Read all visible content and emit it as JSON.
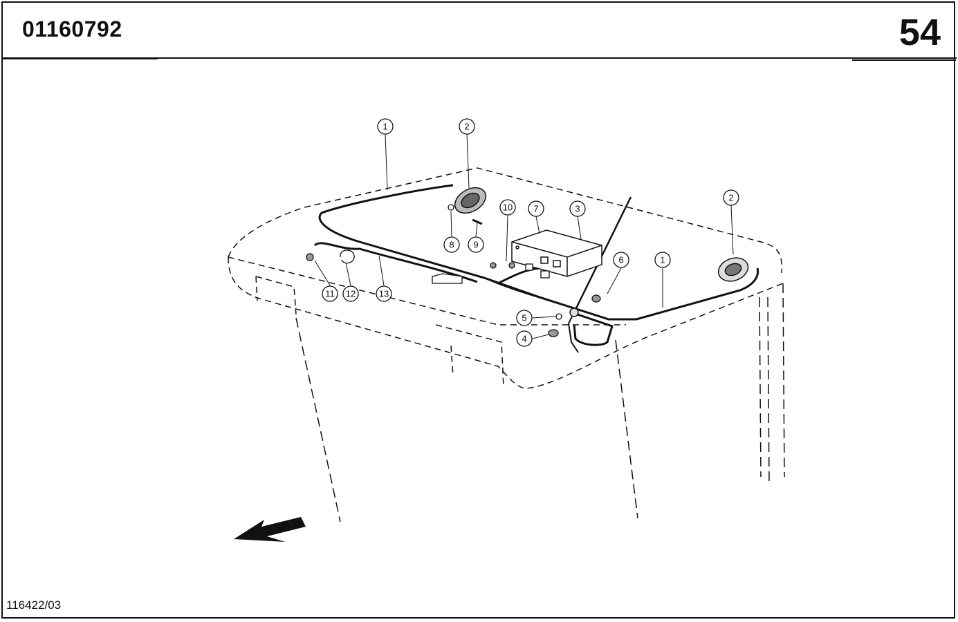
{
  "header": {
    "part_number": "01160792",
    "page_number": "54"
  },
  "footer": {
    "reference_code": "116422/03"
  },
  "callouts": [
    {
      "id": "c1a",
      "label": "1"
    },
    {
      "id": "c2a",
      "label": "2"
    },
    {
      "id": "c10",
      "label": "10"
    },
    {
      "id": "c7",
      "label": "7"
    },
    {
      "id": "c3",
      "label": "3"
    },
    {
      "id": "c2b",
      "label": "2"
    },
    {
      "id": "c6",
      "label": "6"
    },
    {
      "id": "c1b",
      "label": "1"
    },
    {
      "id": "c8",
      "label": "8"
    },
    {
      "id": "c9",
      "label": "9"
    },
    {
      "id": "c11",
      "label": "11"
    },
    {
      "id": "c12",
      "label": "12"
    },
    {
      "id": "c13",
      "label": "13"
    },
    {
      "id": "c5",
      "label": "5"
    },
    {
      "id": "c4",
      "label": "4"
    }
  ]
}
